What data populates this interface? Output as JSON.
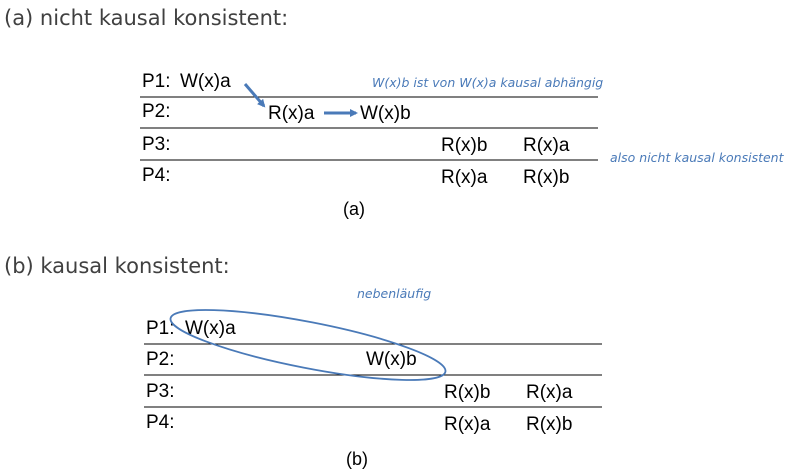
{
  "diagram_a": {
    "heading": "(a) nicht kausal konsistent:",
    "rows": [
      {
        "process": "P1:",
        "cells": [
          "W(x)a"
        ]
      },
      {
        "process": "P2:",
        "cells": [
          "R(x)a",
          "W(x)b"
        ]
      },
      {
        "process": "P3:",
        "cells": [
          "R(x)b",
          "R(x)a"
        ]
      },
      {
        "process": "P4:",
        "cells": [
          "R(x)a",
          "R(x)b"
        ]
      }
    ],
    "note_dependency": "W(x)b ist von W(x)a kausal abhängig",
    "note_conclusion": "also nicht kausal konsistent",
    "caption": "(a)"
  },
  "diagram_b": {
    "heading": "(b) kausal konsistent:",
    "note_concurrent": "nebenläufig",
    "rows": [
      {
        "process": "P1:",
        "cells": [
          "W(x)a"
        ]
      },
      {
        "process": "P2:",
        "cells": [
          "W(x)b"
        ]
      },
      {
        "process": "P3:",
        "cells": [
          "R(x)b",
          "R(x)a"
        ]
      },
      {
        "process": "P4:",
        "cells": [
          "R(x)a",
          "R(x)b"
        ]
      }
    ],
    "caption": "(b)"
  },
  "colors": {
    "heading": "#404040",
    "note": "#4a7ab8",
    "arrow": "#4a7ab8",
    "ellipse": "#4a7ab8",
    "rule": "#000000"
  }
}
